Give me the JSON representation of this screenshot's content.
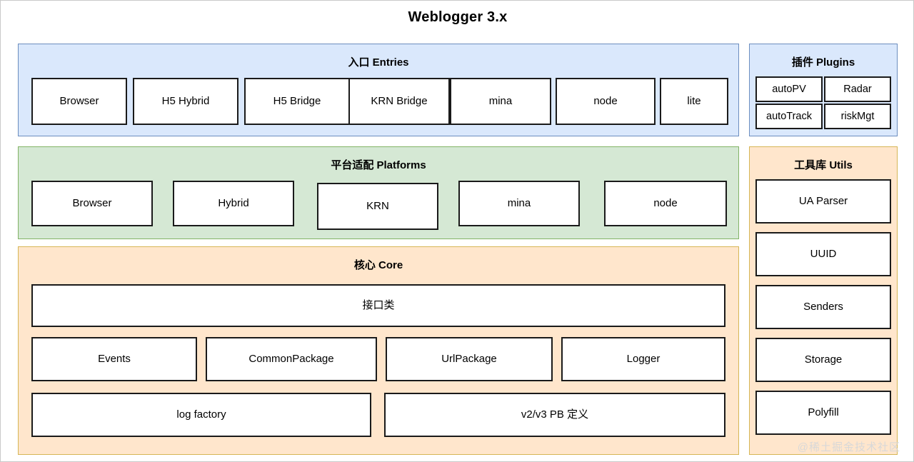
{
  "title": "Weblogger 3.x",
  "watermark": "@稀土掘金技术社区",
  "colors": {
    "entries_fill": "#dae8fc",
    "entries_stroke": "#6c8ebf",
    "plugins_fill": "#dae8fc",
    "plugins_stroke": "#6c8ebf",
    "platforms_fill": "#d5e8d4",
    "platforms_stroke": "#82b366",
    "core_fill": "#ffe6cc",
    "core_stroke": "#d6b656",
    "utils_fill": "#ffe6cc",
    "utils_stroke": "#d6b656",
    "node_fill": "#ffffff",
    "node_stroke": "#1a1a1a",
    "text": "#000000",
    "watermark": "#d8d8d8"
  },
  "entries": {
    "title": "入口 Entries",
    "items": [
      {
        "label": "Browser"
      },
      {
        "label": "H5 Hybrid"
      },
      {
        "label": "H5 Bridge"
      },
      {
        "label": "KRN Bridge"
      },
      {
        "label": "mina"
      },
      {
        "label": "node"
      },
      {
        "label": "lite"
      }
    ]
  },
  "plugins": {
    "title": "插件 Plugins",
    "items": [
      {
        "label": "autoPV"
      },
      {
        "label": "Radar"
      },
      {
        "label": "autoTrack"
      },
      {
        "label": "riskMgt"
      }
    ]
  },
  "platforms": {
    "title": "平台适配 Platforms",
    "items": [
      {
        "label": "Browser"
      },
      {
        "label": "Hybrid"
      },
      {
        "label": "KRN"
      },
      {
        "label": "mina"
      },
      {
        "label": "node"
      }
    ]
  },
  "core": {
    "title": "核心 Core",
    "interface_row": [
      {
        "label": "接口类"
      }
    ],
    "module_row": [
      {
        "label": "Events"
      },
      {
        "label": "CommonPackage"
      },
      {
        "label": "UrlPackage"
      },
      {
        "label": "Logger"
      }
    ],
    "bottom_row": [
      {
        "label": "log factory"
      },
      {
        "label": "v2/v3 PB 定义"
      }
    ]
  },
  "utils": {
    "title": "工具库 Utils",
    "items": [
      {
        "label": "UA Parser"
      },
      {
        "label": "UUID"
      },
      {
        "label": "Senders"
      },
      {
        "label": "Storage"
      },
      {
        "label": "Polyfill"
      }
    ]
  }
}
